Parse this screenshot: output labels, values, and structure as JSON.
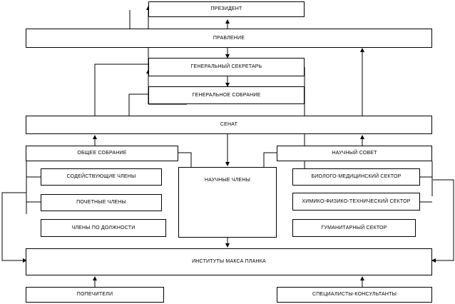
{
  "diagram": {
    "president": "ПРЕЗИДЕНТ",
    "board": "ПРАВЛЕНИЕ",
    "general_secretary": "ГЕНЕРАЛЬНЫЙ СЕКРЕТАРЬ",
    "general_assembly": "ГЕНЕРАЛЬНОЕ СОБРАНИЕ",
    "senate": "СЕНАТ",
    "general_meeting": "ОБЩЕЕ СОБРАНИЕ",
    "scientific_members": "НАУЧНЫЕ ЧЛЕНЫ",
    "scientific_council": "НАУЧНЫЙ СОВЕТ",
    "supporting_members": "СОДЕЙСТВУЮЩИЕ ЧЛЕНЫ",
    "honorary_members": "ПОЧЕТНЫЕ ЧЛЕНЫ",
    "ex_officio_members": "ЧЛЕНЫ ПО ДОЛЖНОСТИ",
    "bio_med_sector": "БИОЛОГО-МЕДИЦИНСКИЙ СЕКТОР",
    "chem_phys_tech_sector": "ХИМИКО-ФИЗИКО-ТЕХНИЧЕСКИЙ СЕКТОР",
    "humanities_sector": "ГУМАНИТАРНЫЙ СЕКТОР",
    "max_planck_institutes": "ИНСТИТУТЫ МАКСА ПЛАНКА",
    "trustees": "ПОПЕЧИТЕЛИ",
    "consultants": "СПЕЦИАЛИСТЫ-КОНСУЛЬТАНТЫ"
  }
}
